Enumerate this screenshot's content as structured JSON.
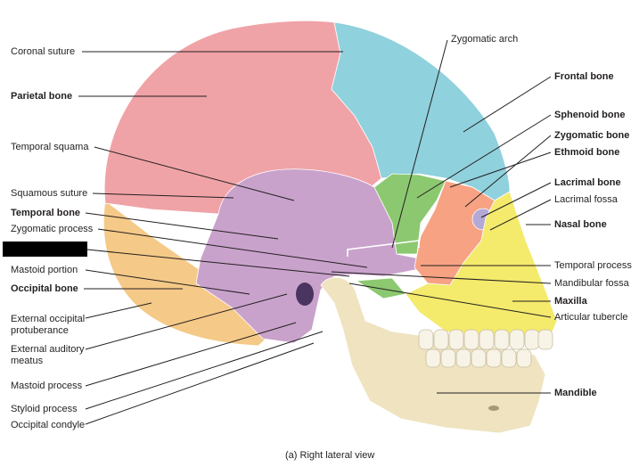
{
  "caption": "(a) Right lateral view",
  "labels_left": [
    {
      "id": "coronal-suture",
      "text": "Coronal suture",
      "bold": false
    },
    {
      "id": "parietal-bone",
      "text": "Parietal bone",
      "bold": true
    },
    {
      "id": "temporal-squama",
      "text": "Temporal squama",
      "bold": false
    },
    {
      "id": "squamous-suture",
      "text": "Squamous suture",
      "bold": false
    },
    {
      "id": "temporal-bone",
      "text": "Temporal bone",
      "bold": true
    },
    {
      "id": "zygomatic-process",
      "text": "Zygomatic process",
      "bold": false
    },
    {
      "id": "mastoid-portion",
      "text": "Mastoid portion",
      "bold": false
    },
    {
      "id": "occipital-bone",
      "text": "Occipital bone",
      "bold": true
    },
    {
      "id": "external-occipital-protuberance",
      "text": "External occipital protuberance",
      "bold": false
    },
    {
      "id": "external-auditory-meatus",
      "text": "External auditory meatus",
      "bold": false
    },
    {
      "id": "mastoid-process",
      "text": "Mastoid process",
      "bold": false
    },
    {
      "id": "styloid-process",
      "text": "Styloid process",
      "bold": false
    },
    {
      "id": "occipital-condyle",
      "text": "Occipital condyle",
      "bold": false
    }
  ],
  "labels_right": [
    {
      "id": "zygomatic-arch",
      "text": "Zygomatic arch",
      "bold": false
    },
    {
      "id": "frontal-bone",
      "text": "Frontal bone",
      "bold": true
    },
    {
      "id": "sphenoid-bone",
      "text": "Sphenoid bone",
      "bold": true
    },
    {
      "id": "zygomatic-bone",
      "text": "Zygomatic bone",
      "bold": true
    },
    {
      "id": "ethmoid-bone",
      "text": "Ethmoid bone",
      "bold": true
    },
    {
      "id": "lacrimal-bone",
      "text": "Lacrimal bone",
      "bold": true
    },
    {
      "id": "lacrimal-fossa",
      "text": "Lacrimal fossa",
      "bold": false
    },
    {
      "id": "nasal-bone",
      "text": "Nasal bone",
      "bold": true
    },
    {
      "id": "temporal-process",
      "text": "Temporal process",
      "bold": false
    },
    {
      "id": "mandibular-fossa",
      "text": "Mandibular fossa",
      "bold": false
    },
    {
      "id": "maxilla",
      "text": "Maxilla",
      "bold": true
    },
    {
      "id": "articular-tubercle",
      "text": "Articular tubercle",
      "bold": false
    },
    {
      "id": "mandible",
      "text": "Mandible",
      "bold": true
    }
  ],
  "colors": {
    "parietal": "#f0a3a7",
    "frontal": "#8fd1dc",
    "temporal": "#c9a2cc",
    "occipital": "#f5c987",
    "sphenoid": "#8cc870",
    "zygomatic": "#f6a283",
    "maxilla": "#f4ea6c",
    "mandible": "#efe3c0",
    "lacrimal": "#b4a9d6",
    "teeth": "#f7f3e6",
    "leader": "#231f20"
  }
}
